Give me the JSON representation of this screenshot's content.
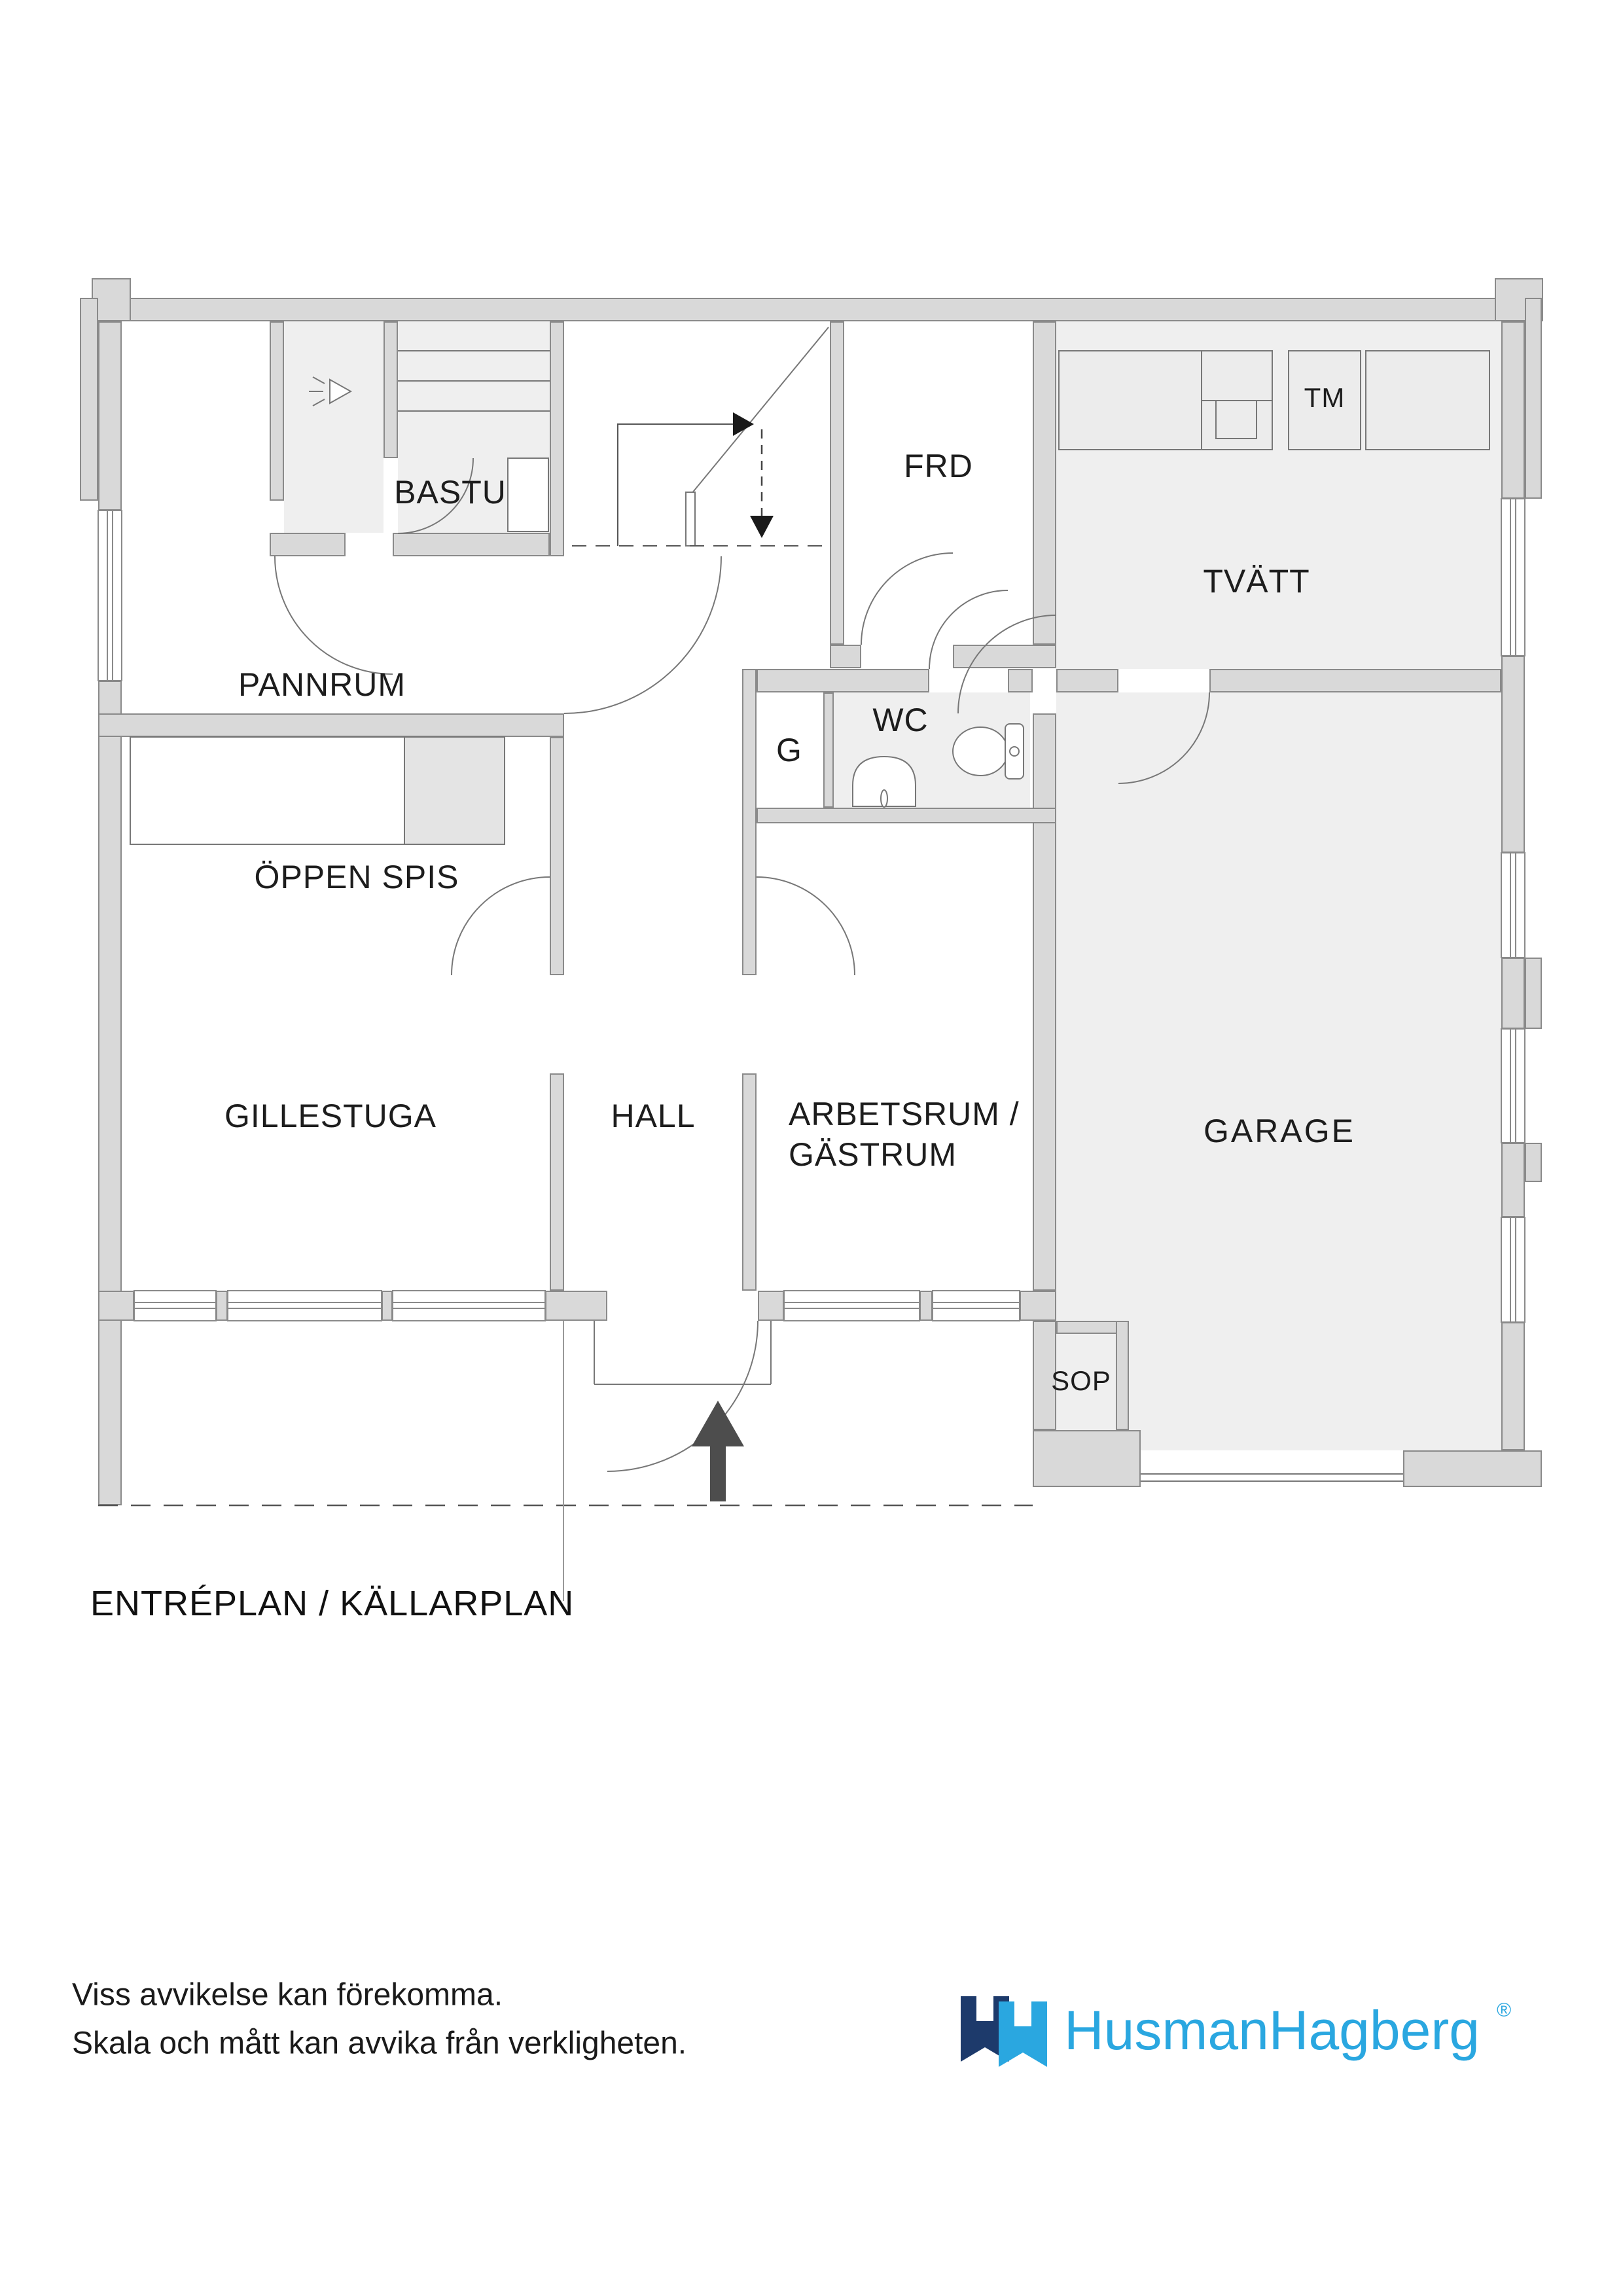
{
  "plan": {
    "title": "ENTRÉPLAN / KÄLLARPLAN",
    "rooms": [
      {
        "id": "bastu",
        "label": "BASTU"
      },
      {
        "id": "pannrum",
        "label": "PANNRUM"
      },
      {
        "id": "frd",
        "label": "FRD"
      },
      {
        "id": "tvatt",
        "label": "TVÄTT"
      },
      {
        "id": "wc",
        "label": "WC"
      },
      {
        "id": "garderob",
        "label": "G"
      },
      {
        "id": "oppen-spis",
        "label": "ÖPPEN SPIS"
      },
      {
        "id": "gillestuga",
        "label": "GILLESTUGA"
      },
      {
        "id": "hall",
        "label": "HALL"
      },
      {
        "id": "arbetsrum",
        "label": "ARBETSRUM /",
        "label2": "GÄSTRUM"
      },
      {
        "id": "garage",
        "label": "GARAGE"
      },
      {
        "id": "sop",
        "label": "SOP"
      }
    ],
    "appliances": {
      "tm": "TM"
    },
    "icons": {
      "entrance": "entrance-arrow-icon",
      "stairs_up": "stairs-up-arrow-icon",
      "stairs_down": "stairs-down-arrow-icon",
      "lamp": "sauna-lamp-icon",
      "toilet": "toilet-icon",
      "sink": "sink-icon"
    },
    "colors": {
      "wall": "#d9d9d9",
      "wall_outline": "#8a8a8a",
      "floor": "#efefef",
      "line": "#777777",
      "label": "#1d1d1d",
      "entrance_arrow": "#4d4d4d"
    }
  },
  "footer": {
    "disclaimer_line1": "Viss avvikelse kan förekomma.",
    "disclaimer_line2": "Skala och mått kan avvika från verkligheten.",
    "logo": {
      "brand": "HusmanHagberg",
      "registered": "®",
      "color_dark": "#1d3a6b",
      "color_light": "#2aa7e0"
    }
  }
}
